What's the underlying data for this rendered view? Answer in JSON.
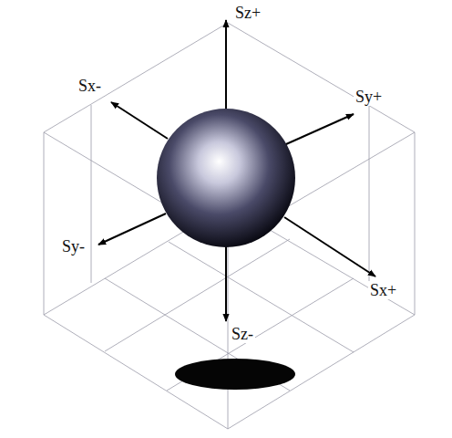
{
  "diagram": {
    "labels": [
      "Sz+",
      "Sx-",
      "Sy+",
      "Sy-",
      "Sx+",
      "Sz-"
    ]
  }
}
